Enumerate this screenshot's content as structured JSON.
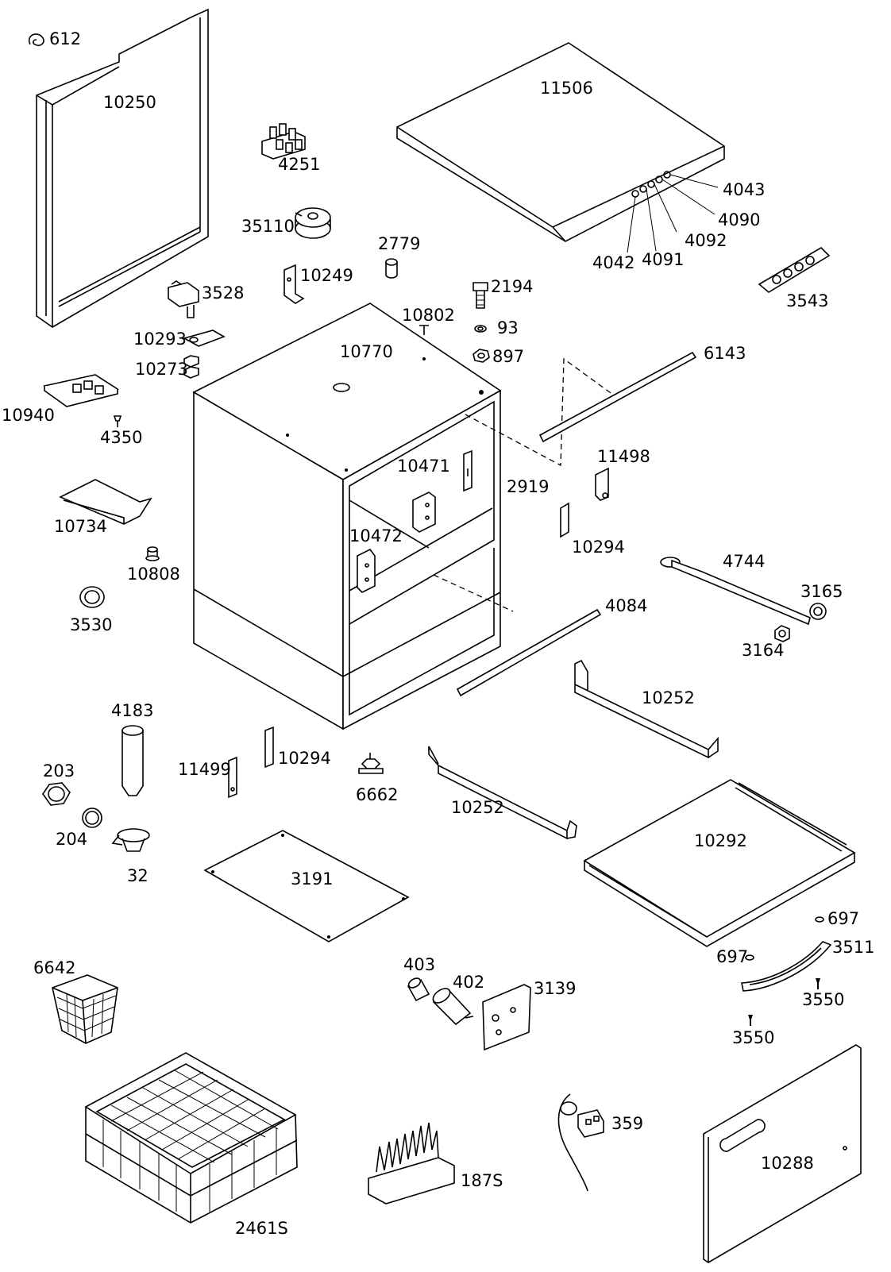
{
  "title": "",
  "parts": [
    {
      "id": "p612",
      "label": "612"
    },
    {
      "id": "p10250",
      "label": "10250"
    },
    {
      "id": "p4251",
      "label": "4251"
    },
    {
      "id": "p35110",
      "label": "35110"
    },
    {
      "id": "p2779",
      "label": "2779"
    },
    {
      "id": "p10249",
      "label": "10249"
    },
    {
      "id": "p3528",
      "label": "3528"
    },
    {
      "id": "p10293",
      "label": "10293"
    },
    {
      "id": "p10273",
      "label": "10273"
    },
    {
      "id": "p10940",
      "label": "10940"
    },
    {
      "id": "p4350",
      "label": "4350"
    },
    {
      "id": "p10734",
      "label": "10734"
    },
    {
      "id": "p10808",
      "label": "10808"
    },
    {
      "id": "p3530",
      "label": "3530"
    },
    {
      "id": "p11506",
      "label": "11506"
    },
    {
      "id": "p4043",
      "label": "4043"
    },
    {
      "id": "p4090",
      "label": "4090"
    },
    {
      "id": "p4092",
      "label": "4092"
    },
    {
      "id": "p4042",
      "label": "4042"
    },
    {
      "id": "p4091",
      "label": "4091"
    },
    {
      "id": "p3543",
      "label": "3543"
    },
    {
      "id": "p2194",
      "label": "2194"
    },
    {
      "id": "p10802",
      "label": "10802"
    },
    {
      "id": "p93",
      "label": "93"
    },
    {
      "id": "p897",
      "label": "897"
    },
    {
      "id": "p10770",
      "label": "10770"
    },
    {
      "id": "p6143",
      "label": "6143"
    },
    {
      "id": "p10471",
      "label": "10471"
    },
    {
      "id": "p2919",
      "label": "2919"
    },
    {
      "id": "p11498",
      "label": "11498"
    },
    {
      "id": "p10472",
      "label": "10472"
    },
    {
      "id": "p10294a",
      "label": "10294"
    },
    {
      "id": "p4744",
      "label": "4744"
    },
    {
      "id": "p3165",
      "label": "3165"
    },
    {
      "id": "p3164",
      "label": "3164"
    },
    {
      "id": "p4084",
      "label": "4084"
    },
    {
      "id": "p10252a",
      "label": "10252"
    },
    {
      "id": "p4183",
      "label": "4183"
    },
    {
      "id": "p203",
      "label": "203"
    },
    {
      "id": "p204",
      "label": "204"
    },
    {
      "id": "p32",
      "label": "32"
    },
    {
      "id": "p11499",
      "label": "11499"
    },
    {
      "id": "p10294b",
      "label": "10294"
    },
    {
      "id": "p6662",
      "label": "6662"
    },
    {
      "id": "p10252b",
      "label": "10252"
    },
    {
      "id": "p10292",
      "label": "10292"
    },
    {
      "id": "p3191",
      "label": "3191"
    },
    {
      "id": "p697a",
      "label": "697"
    },
    {
      "id": "p697b",
      "label": "697"
    },
    {
      "id": "p3511",
      "label": "3511"
    },
    {
      "id": "p3550a",
      "label": "3550"
    },
    {
      "id": "p3550b",
      "label": "3550"
    },
    {
      "id": "p6642",
      "label": "6642"
    },
    {
      "id": "p403",
      "label": "403"
    },
    {
      "id": "p402",
      "label": "402"
    },
    {
      "id": "p3139",
      "label": "3139"
    },
    {
      "id": "p2461S",
      "label": "2461S"
    },
    {
      "id": "p187S",
      "label": "187S"
    },
    {
      "id": "p359",
      "label": "359"
    },
    {
      "id": "p10288",
      "label": "10288"
    }
  ]
}
